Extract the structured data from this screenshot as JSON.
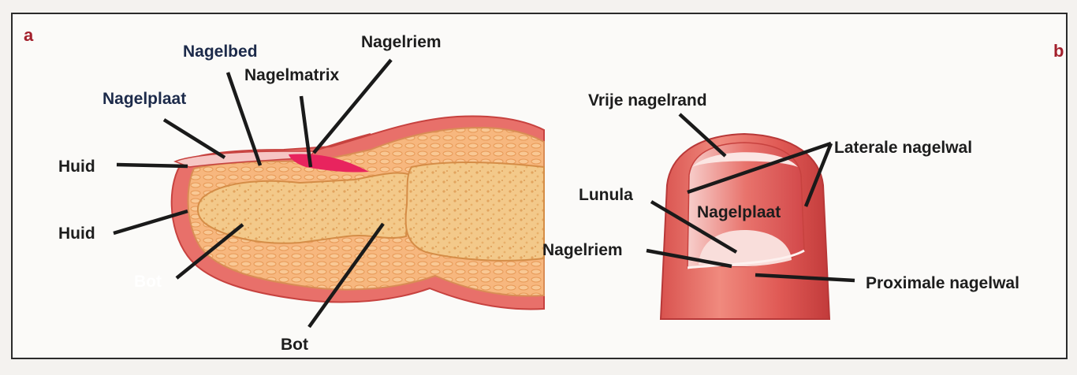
{
  "panels": {
    "a": {
      "letter": "a",
      "labels": {
        "nagelbed": "Nagelbed",
        "nagelriem": "Nagelriem",
        "nagelmatrix": "Nagelmatrix",
        "nagelplaat": "Nagelplaat",
        "huid_top": "Huid",
        "huid_bottom": "Huid",
        "bot_left": "Bot",
        "bot_right": "Bot"
      }
    },
    "b": {
      "letter": "b",
      "labels": {
        "vrije_nagelrand": "Vrije nagelrand",
        "laterale_nagelwal": "Laterale nagelwal",
        "lunula": "Lunula",
        "nagelplaat": "Nagelplaat",
        "nagelriem": "Nagelriem",
        "proximale_nagelwal": "Proximale nagelwal"
      }
    }
  },
  "colors": {
    "skin": "#e86f6a",
    "tissue": "#f6b27a",
    "bone": "#f3cc8a",
    "matrix": "#e8245e",
    "nail": "#f6c4c4",
    "border": "#2b2b2b",
    "panel_letter": "#a3202c"
  }
}
